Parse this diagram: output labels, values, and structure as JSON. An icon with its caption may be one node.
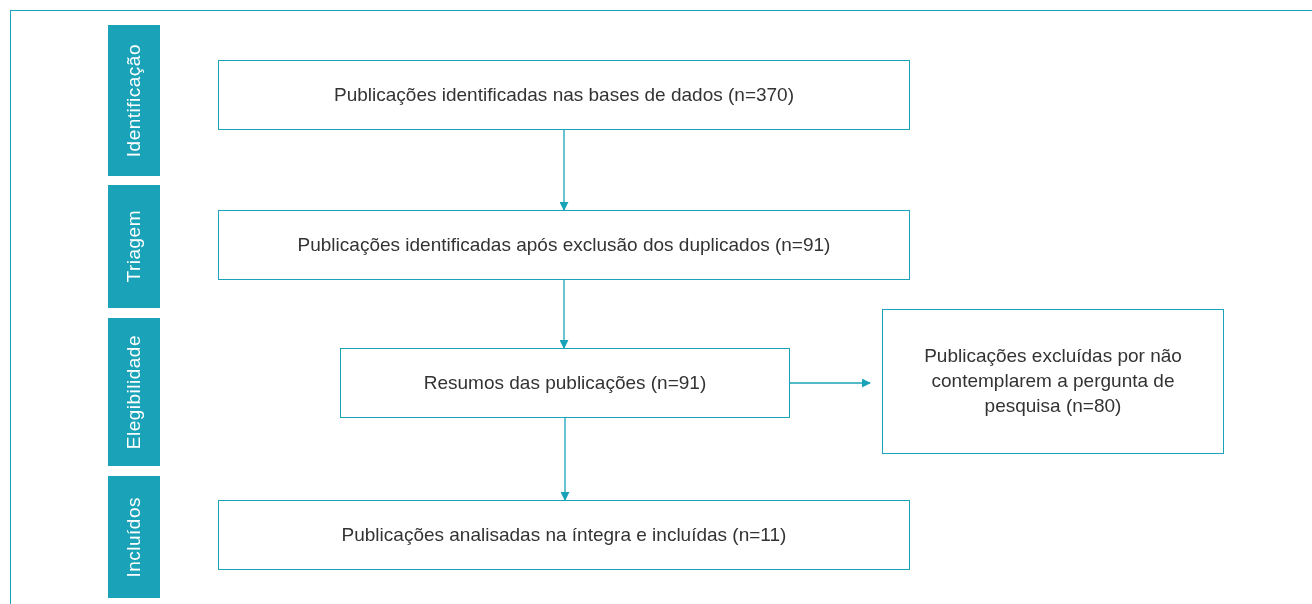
{
  "diagram": {
    "nodes": [
      {
        "text": [
          "Identificação"
        ]
      },
      {
        "text": [
          "Publicações identificadas nas bases de dados (n=370)"
        ]
      },
      {
        "text": [
          "Triagem"
        ]
      },
      {
        "text": [
          "Publicações identificadas após exclusão dos duplicados (n=91)"
        ]
      },
      {
        "text": [
          "Elegibilidade"
        ]
      },
      {
        "text": [
          "Resumos das publicações (n=91)"
        ]
      },
      {
        "text": [
          "Publicações excluídas por não contemplarem a pergunta de pesquisa (n=80)"
        ]
      },
      {
        "text": [
          "Incluídos"
        ]
      },
      {
        "text": [
          "Publicações analisadas na íntegra e incluídas (n=11)"
        ]
      }
    ],
    "edges": [
      {
        "from": 1,
        "to": 3,
        "arrow": "to"
      },
      {
        "from": 3,
        "to": 5,
        "arrow": "to"
      },
      {
        "from": 5,
        "to": 6,
        "arrow": "to"
      },
      {
        "from": 5,
        "to": 8,
        "arrow": "to"
      }
    ]
  }
}
